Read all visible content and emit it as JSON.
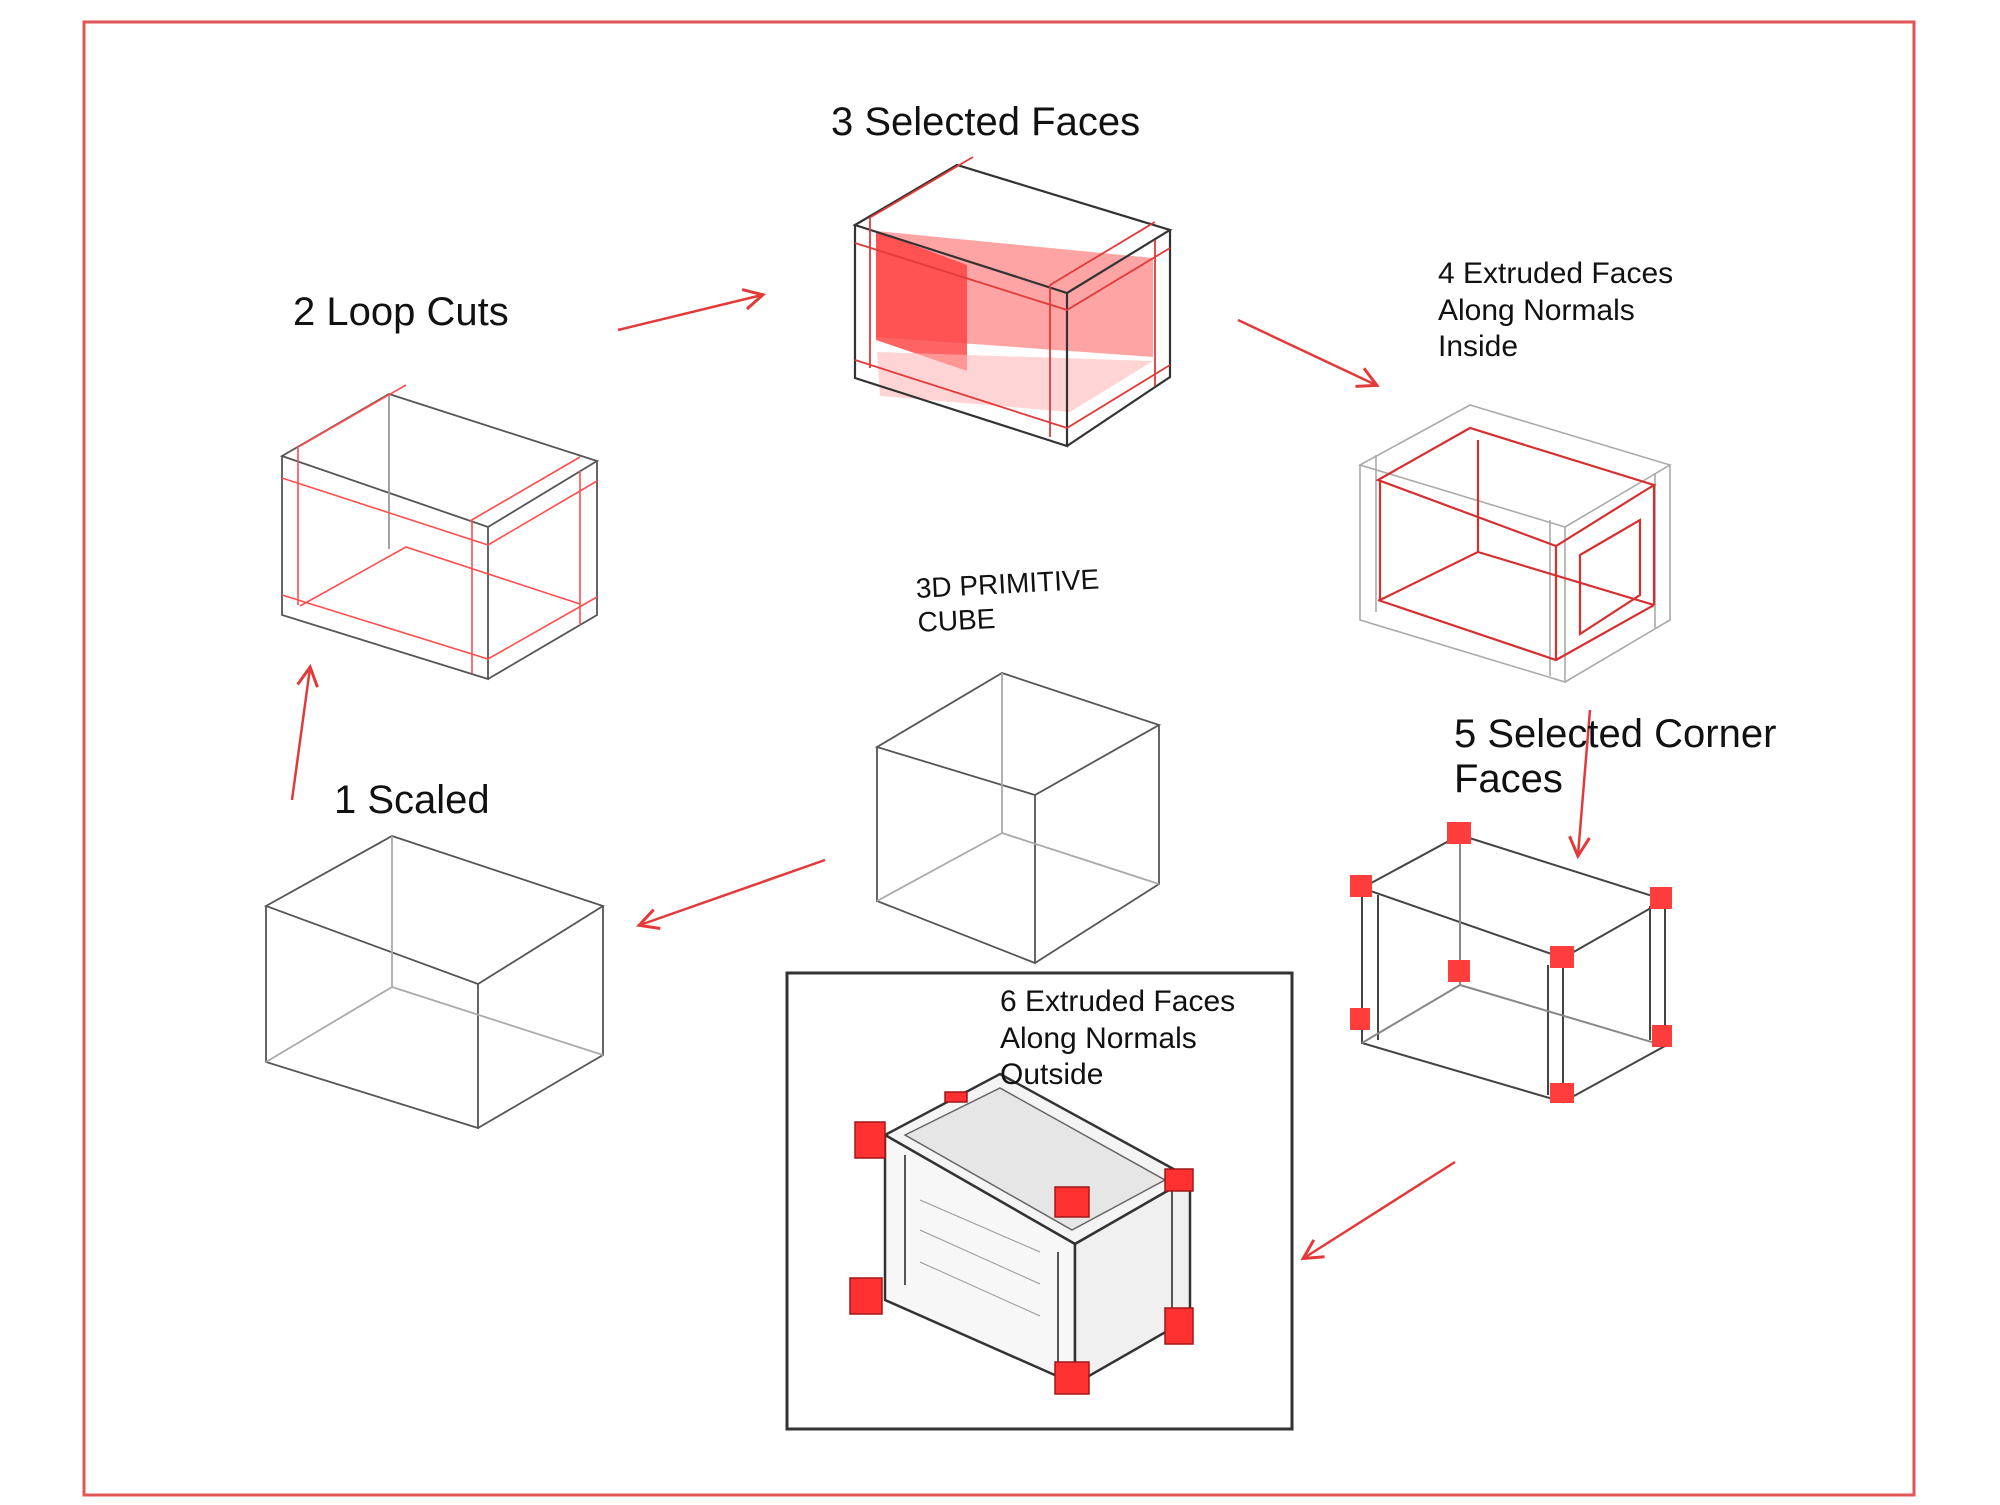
{
  "title": "",
  "colors": {
    "border": "#e25555",
    "arrow": "#e23a3a",
    "pencil": "#555555",
    "highlight": "#ff4d4d",
    "box_frame": "#333333"
  },
  "steps": [
    {
      "id": "primitive",
      "lines": [
        "3D PRIMITIVE",
        "CUBE"
      ]
    },
    {
      "id": "scaled",
      "lines": [
        "1 Scaled"
      ]
    },
    {
      "id": "loop_cuts",
      "lines": [
        "2 Loop Cuts"
      ]
    },
    {
      "id": "selected_faces",
      "lines": [
        "3 Selected Faces"
      ]
    },
    {
      "id": "extruded_inside",
      "lines": [
        "4 Extruded Faces",
        "Along Normals",
        "Inside"
      ]
    },
    {
      "id": "selected_corners",
      "lines": [
        "5 Selected Corner",
        "Faces"
      ]
    },
    {
      "id": "extruded_outside",
      "lines": [
        "6 Extruded Faces",
        "Along Normals",
        "Outside"
      ]
    }
  ],
  "flow": [
    [
      "primitive",
      "scaled"
    ],
    [
      "scaled",
      "loop_cuts"
    ],
    [
      "loop_cuts",
      "selected_faces"
    ],
    [
      "selected_faces",
      "extruded_inside"
    ],
    [
      "extruded_inside",
      "selected_corners"
    ],
    [
      "selected_corners",
      "extruded_outside"
    ]
  ]
}
